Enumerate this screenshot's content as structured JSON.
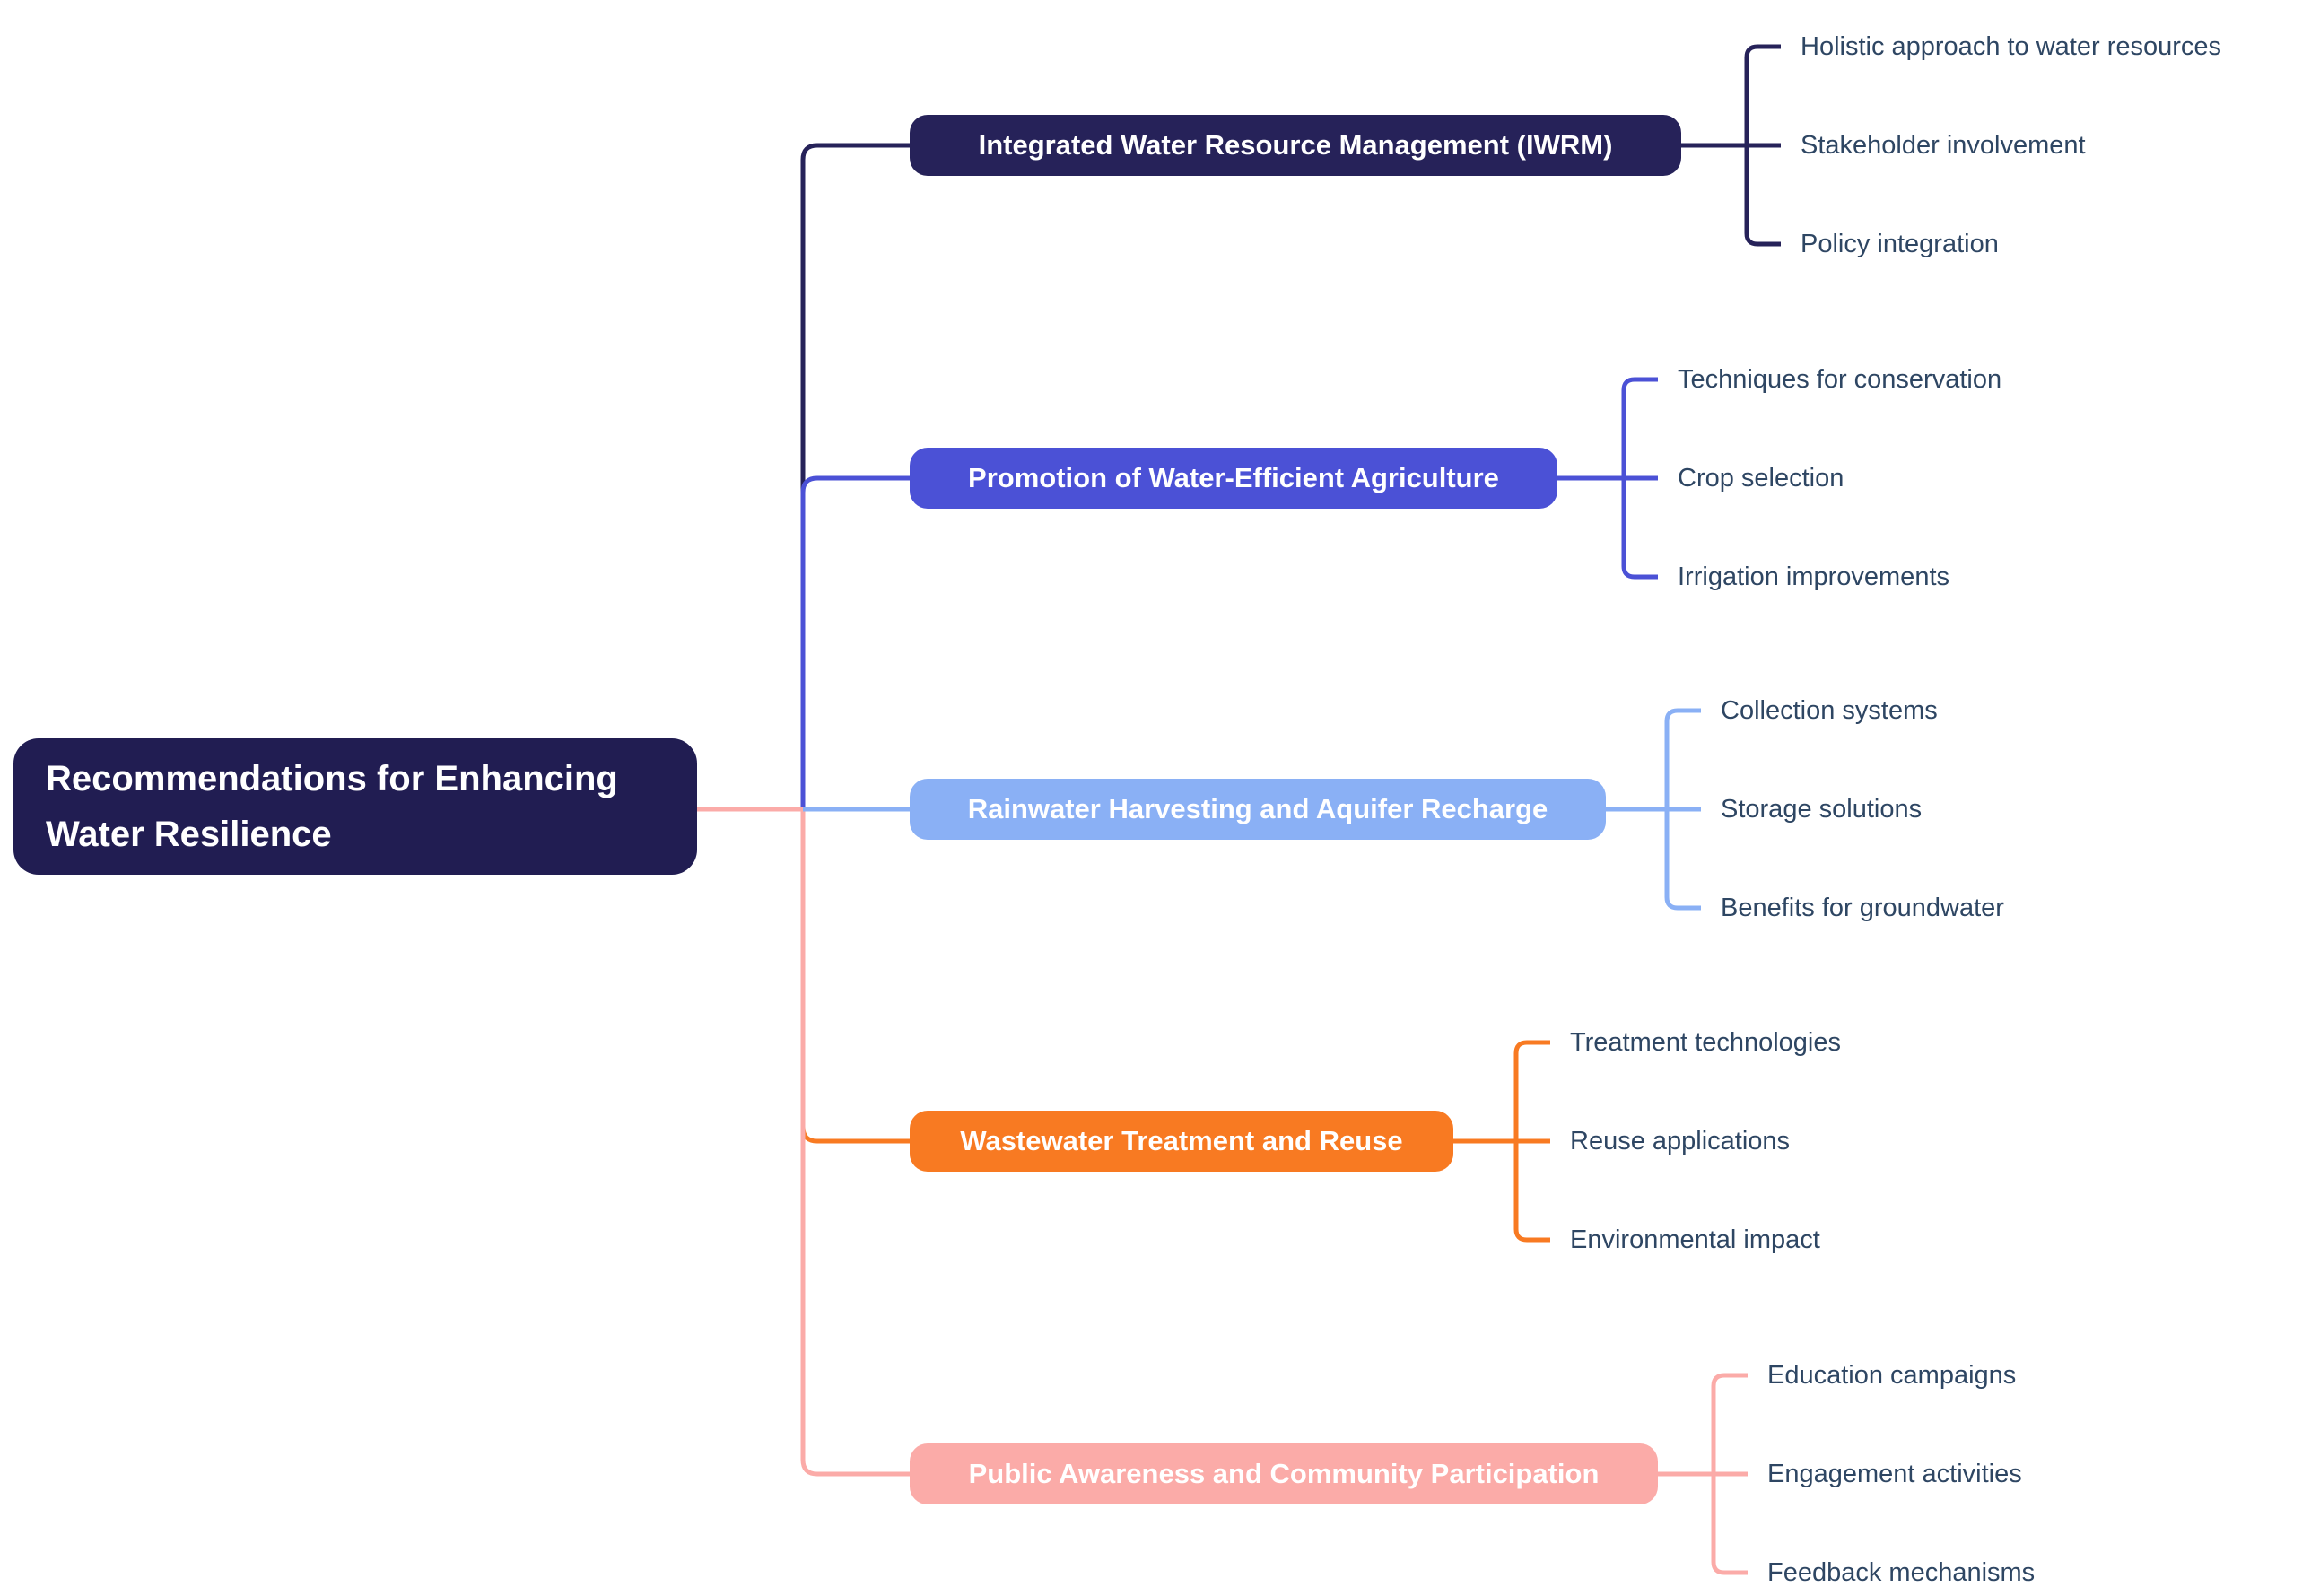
{
  "page": {
    "background": "#ffffff",
    "leaf_text_color": "#2e4663"
  },
  "root": {
    "label": "Recommendations for Enhancing Water Resilience",
    "bg": "#211d52",
    "text_color": "#ffffff"
  },
  "branches": [
    {
      "label": "Integrated Water Resource Management (IWRM)",
      "color": "#262259",
      "children": [
        "Holistic approach to water resources",
        "Stakeholder involvement",
        "Policy integration"
      ]
    },
    {
      "label": "Promotion of Water-Efficient Agriculture",
      "color": "#4b51d6",
      "children": [
        "Techniques for conservation",
        "Crop selection",
        "Irrigation improvements"
      ]
    },
    {
      "label": "Rainwater Harvesting and Aquifer Recharge",
      "color": "#8ab0f5",
      "children": [
        "Collection systems",
        "Storage solutions",
        "Benefits for groundwater"
      ]
    },
    {
      "label": "Wastewater Treatment and Reuse",
      "color": "#f87a22",
      "children": [
        "Treatment technologies",
        "Reuse applications",
        "Environmental impact"
      ]
    },
    {
      "label": "Public Awareness and Community Participation",
      "color": "#fbaba8",
      "children": [
        "Education campaigns",
        "Engagement activities",
        "Feedback mechanisms"
      ]
    }
  ]
}
